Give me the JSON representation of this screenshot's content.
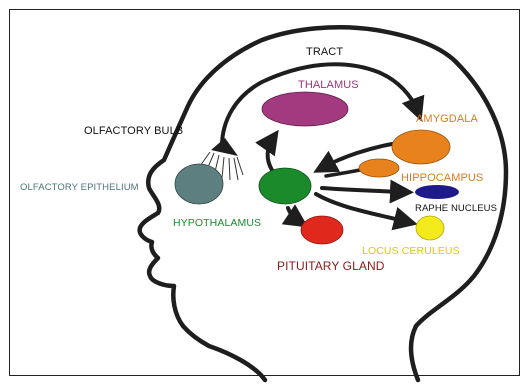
{
  "labels": {
    "tract": "TRACT",
    "thalamus": "THALAMUS",
    "olfactory_bulb": "OLFACTORY BULB",
    "amygdala": "AMYGDALA",
    "olfactory_epithelium": "OLFACTORY EPITHELIUM",
    "hippocampus": "HIPPOCAMPUS",
    "raphe_nucleus": "RAPHE NUCLEUS",
    "hypothalamus": "HYPOTHALAMUS",
    "locus_ceruleus": "LOCUS CERULEUS",
    "pituitary_gland": "PITUITARY GLAND"
  },
  "colors": {
    "outline": "#1e1e1e",
    "thalamus": "#a3397e",
    "amygdala": "#e8821c",
    "hippocampus": "#e8821c",
    "raphe_nucleus": "#1f1a8a",
    "hypothalamus": "#1a8a2a",
    "locus_ceruleus": "#f2ea1a",
    "pituitary_gland": "#e0281c",
    "olfactory_epithelium": "#5e7f80",
    "label_black": "#111111",
    "label_purple": "#9a3578",
    "label_orange": "#d97c1a",
    "label_teal": "#4f7376",
    "label_green": "#1d8a2d",
    "label_navy": "#1b1680",
    "label_yellow": "#d9c812",
    "label_red": "#8c1a18"
  }
}
